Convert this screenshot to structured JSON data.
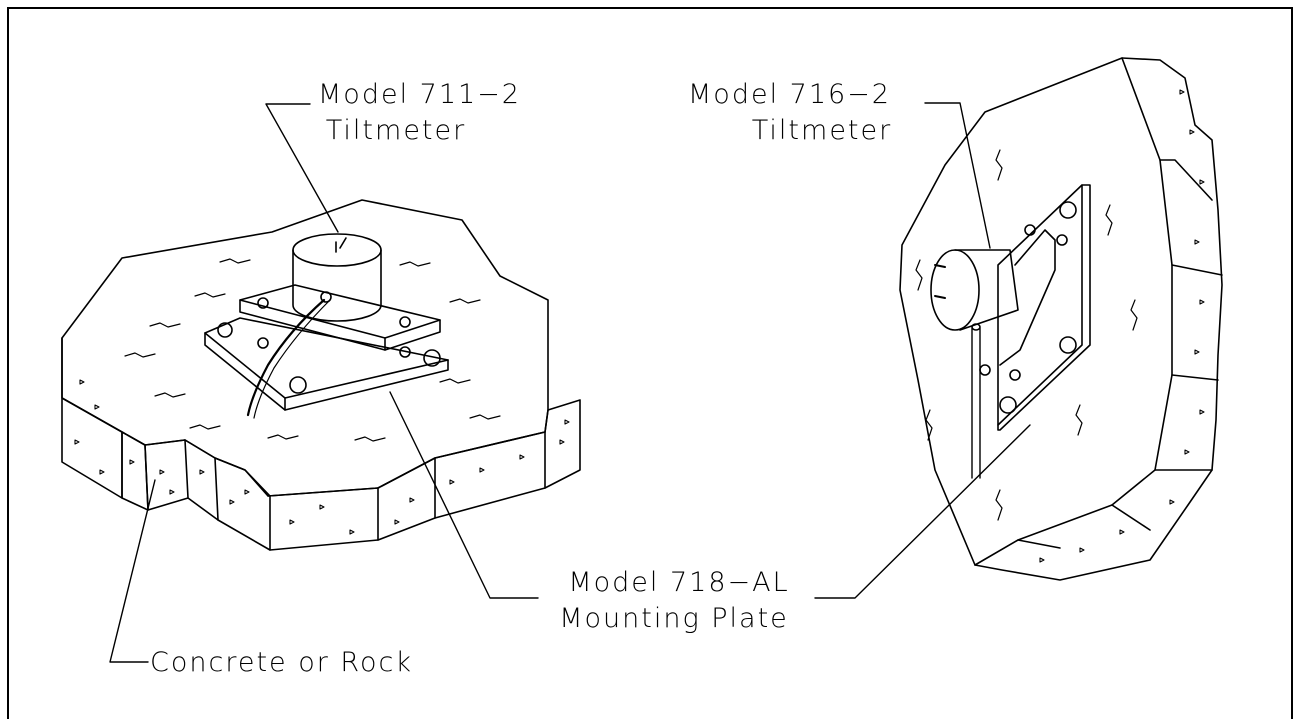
{
  "labels": {
    "tiltmeter_711": {
      "model": "Model 711−2",
      "name": "Tiltmeter"
    },
    "tiltmeter_716": {
      "model": "Model 716−2",
      "name": "Tiltmeter"
    },
    "mounting_plate": {
      "model": "Model 718−AL",
      "name": "Mounting Plate"
    },
    "substrate": {
      "text": "Concrete or Rock"
    }
  },
  "colors": {
    "ink": "#000000",
    "paper": "#ffffff"
  }
}
